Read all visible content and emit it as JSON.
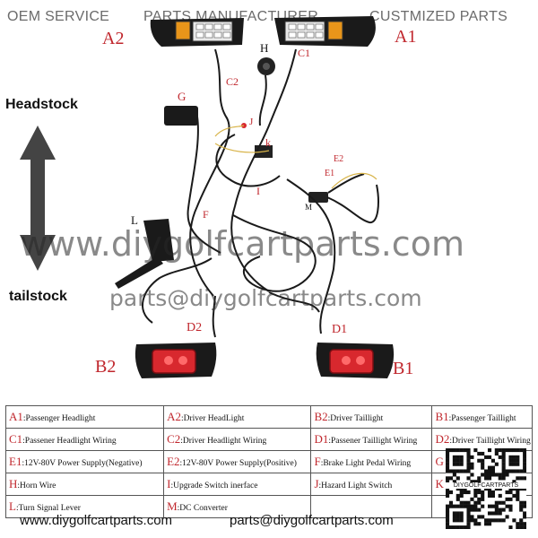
{
  "banner": {
    "left": "OEM SERVICE",
    "middle": "PARTS MANUFACTURER",
    "right": "CUSTMIZED PARTS"
  },
  "side": {
    "top": "Headstock",
    "bottom": "tailstock"
  },
  "labels": {
    "a1": "A1",
    "a2": "A2",
    "b1": "B1",
    "b2": "B2",
    "c1": "C1",
    "c2": "C2",
    "d1": "D1",
    "d2": "D2",
    "e1": "E1",
    "e2": "E2",
    "f": "F",
    "g": "G",
    "h": "H",
    "i": "I",
    "j": "J",
    "k": "k",
    "l": "L",
    "m": "M"
  },
  "watermark": {
    "site": "www.diygolfcartparts.com",
    "email": "parts@diygolfcartparts.com"
  },
  "legend": {
    "rows": [
      [
        {
          "code": "A1",
          "text": ":Passenger Headlight"
        },
        {
          "code": "A2",
          "text": ":Driver HeadLight"
        },
        {
          "code": "B2",
          "text": ":Driver Taillight"
        },
        {
          "code": "B1",
          "text": ":Passenger Taillight"
        }
      ],
      [
        {
          "code": "C1",
          "text": ":Passener Headlight Wiring"
        },
        {
          "code": "C2",
          "text": ":Driver Headlight Wiring"
        },
        {
          "code": "D1",
          "text": ":Passener Taillight Wiring"
        },
        {
          "code": "D2",
          "text": ":Driver Taillight Wiring"
        }
      ],
      [
        {
          "code": "E1",
          "text": ":12V-80V Power Supply(Negative)"
        },
        {
          "code": "E2",
          "text": ":12V-80V Power Supply(Positive)"
        },
        {
          "code": "F",
          "text": ":Brake Light Pedal Wiring"
        },
        {
          "code": "G",
          "text": ""
        }
      ],
      [
        {
          "code": "H",
          "text": ":Horn Wire"
        },
        {
          "code": "I",
          "text": ":Upgrade Switch inerface"
        },
        {
          "code": "J",
          "text": ":Hazard Light Switch"
        },
        {
          "code": "K",
          "text": ""
        }
      ],
      [
        {
          "code": "L",
          "text": ":Turn Signal Lever"
        },
        {
          "code": "M",
          "text": ":DC Converter"
        },
        {
          "code": "",
          "text": ""
        },
        {
          "code": "",
          "text": ""
        }
      ]
    ],
    "qr_caption": "DIYGOLFCARTPARTS"
  },
  "footer": {
    "site": "www.diygolfcartparts.com",
    "email": "parts@diygolfcartparts.com"
  },
  "colors": {
    "label_red": "#c0272d",
    "banner_gray": "#6b6b6b",
    "wire": "#1a1a1a",
    "lens_red": "#d8282e",
    "lens_amber": "#e8951a"
  }
}
